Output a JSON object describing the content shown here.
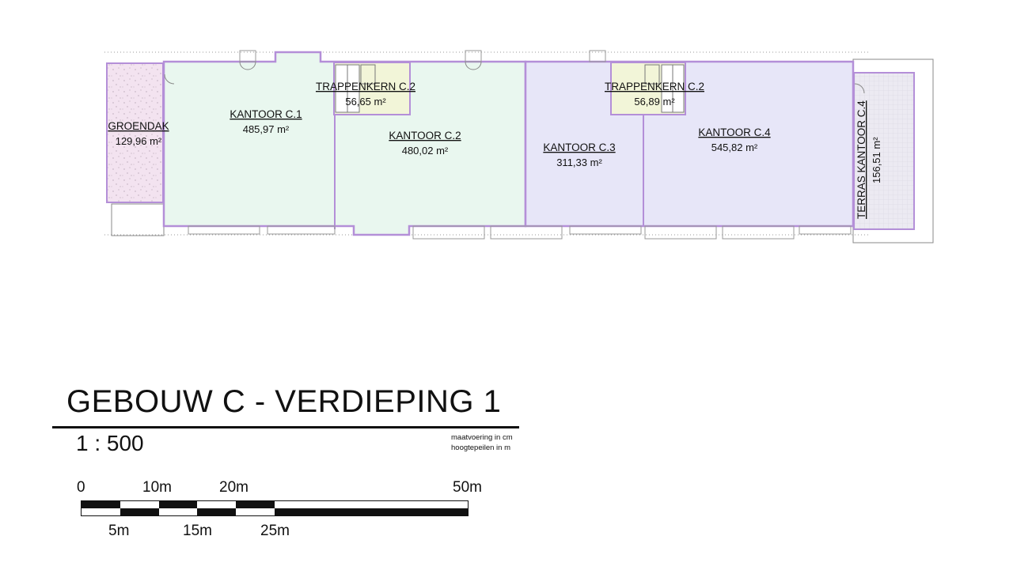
{
  "rooms": [
    {
      "name": "GROENDAK",
      "area": "129,96 m²"
    },
    {
      "name": "KANTOOR C.1",
      "area": "485,97 m²"
    },
    {
      "name": "TRAPPENKERN C.2",
      "area": "56,65 m²"
    },
    {
      "name": "KANTOOR C.2",
      "area": "480,02 m²"
    },
    {
      "name": "KANTOOR C.3",
      "area": "311,33 m²"
    },
    {
      "name": "TRAPPENKERN C.2",
      "area": "56,89 m²"
    },
    {
      "name": "KANTOOR C.4",
      "area": "545,82 m²"
    },
    {
      "name": "TERRAS KANTOOR C.4",
      "area": "156,51 m²"
    }
  ],
  "title": "GEBOUW C - VERDIEPING 1",
  "scale_ratio": "1 : 500",
  "notes": {
    "dimensions": "maatvoering in cm",
    "levels": "hoogtepeilen in m"
  },
  "scale_bar": {
    "top_labels": [
      "0",
      "10m",
      "20m",
      "50m"
    ],
    "bottom_labels": [
      "5m",
      "15m",
      "25m"
    ]
  },
  "colors": {
    "green_office": "#e9f7ef",
    "purple_office": "#e7e6f8",
    "wall": "#b48fd8",
    "green_roof": "#f3e3f0",
    "stair_core": "#f2f5d8"
  }
}
